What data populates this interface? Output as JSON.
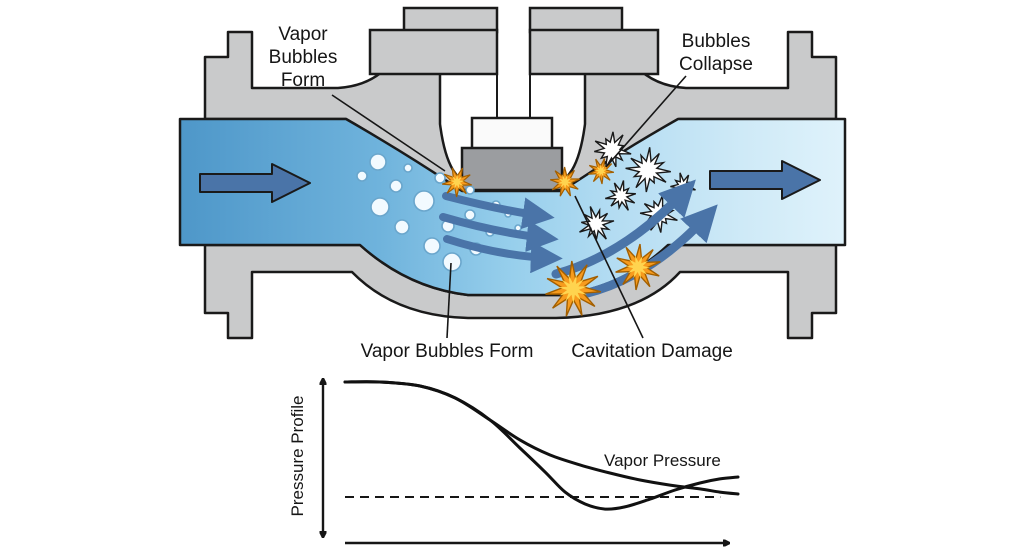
{
  "diagram": {
    "labels": {
      "vapor_bubbles_form_top": {
        "lines": [
          "Vapor",
          "Bubbles",
          "Form"
        ]
      },
      "bubbles_collapse": {
        "lines": [
          "Bubbles",
          "Collapse"
        ]
      },
      "vapor_bubbles_form_bottom": "Vapor Bubbles Form",
      "cavitation_damage": "Cavitation Damage"
    },
    "colors": {
      "body_gray": "#c9cacb",
      "plug_gray": "#9b9da0",
      "stem_white": "#fafafa",
      "outline": "#1a1a1a",
      "flow_dark": "#4e97c9",
      "flow_mid": "#97cfec",
      "flow_light": "#dff2fb",
      "arrow_blue": "#4a74a8",
      "burst_orange": "#f79b1d",
      "burst_yellow": "#ffd44f",
      "burst_stroke": "#a35f00",
      "crackle_fill": "#ffffff",
      "bubble_fill": "#f2faff",
      "bubble_stroke": "#6aa6cc"
    }
  },
  "chart_data": {
    "type": "line",
    "title": "",
    "xlabel": "",
    "ylabel": "Pressure Profile",
    "vapor_pressure_label": "Vapor Pressure",
    "x_range": [
      0,
      1
    ],
    "y_range": [
      0,
      1
    ],
    "grid": false,
    "legend": "none",
    "vapor_pressure_level": 0.263,
    "series": [
      {
        "name": "pressure-dip-and-recovery",
        "points": [
          [
            0.0,
            0.92
          ],
          [
            0.089,
            0.92
          ],
          [
            0.191,
            0.897
          ],
          [
            0.28,
            0.829
          ],
          [
            0.369,
            0.703
          ],
          [
            0.445,
            0.543
          ],
          [
            0.509,
            0.406
          ],
          [
            0.56,
            0.291
          ],
          [
            0.611,
            0.223
          ],
          [
            0.662,
            0.194
          ],
          [
            0.712,
            0.206
          ],
          [
            0.776,
            0.251
          ],
          [
            0.84,
            0.303
          ],
          [
            0.903,
            0.343
          ],
          [
            0.954,
            0.366
          ],
          [
            1.0,
            0.377
          ]
        ]
      },
      {
        "name": "pressure-gradual-drop",
        "points": [
          [
            0.0,
            0.92
          ],
          [
            0.089,
            0.92
          ],
          [
            0.191,
            0.897
          ],
          [
            0.28,
            0.829
          ],
          [
            0.369,
            0.703
          ],
          [
            0.445,
            0.589
          ],
          [
            0.522,
            0.503
          ],
          [
            0.598,
            0.446
          ],
          [
            0.674,
            0.4
          ],
          [
            0.751,
            0.36
          ],
          [
            0.827,
            0.331
          ],
          [
            0.903,
            0.309
          ],
          [
            0.954,
            0.291
          ],
          [
            1.0,
            0.28
          ]
        ]
      }
    ]
  }
}
